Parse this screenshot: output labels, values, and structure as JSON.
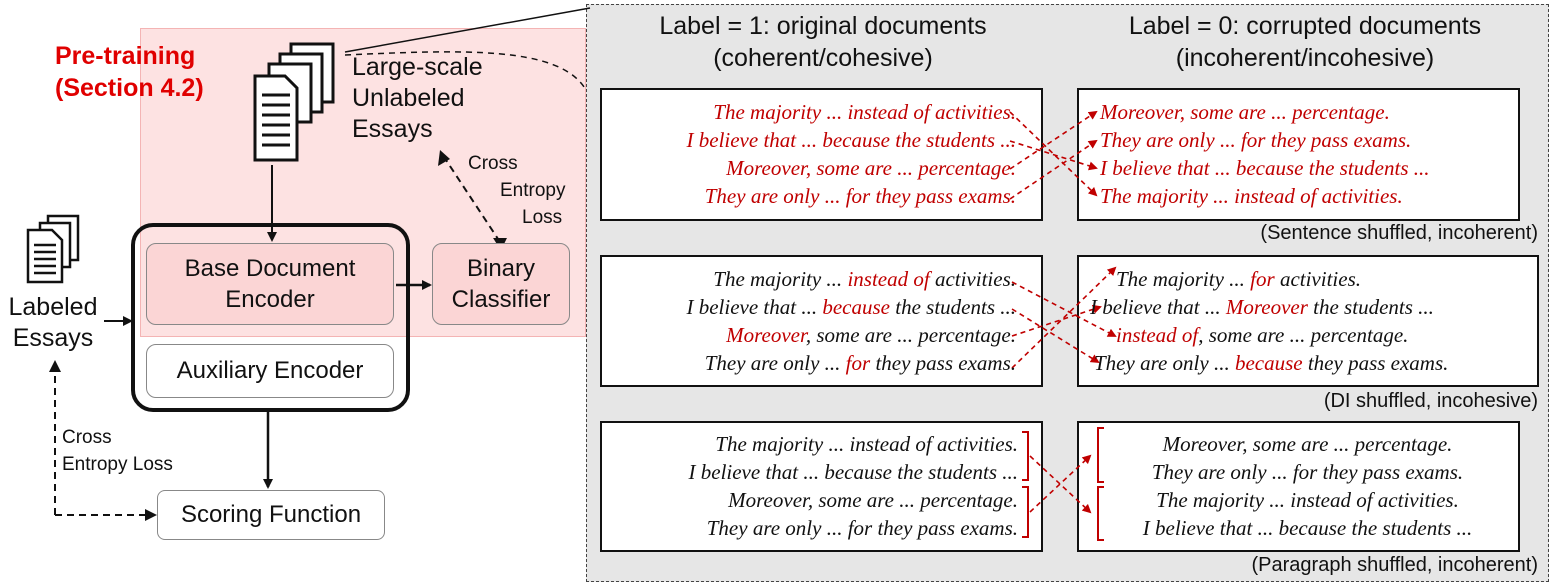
{
  "pretraining": {
    "title": "Pre-training",
    "section": "(Section 4.2)"
  },
  "unlabeled": {
    "line1": "Large-scale",
    "line2": "Unlabeled",
    "line3": "Essays"
  },
  "cross_entropy_top": {
    "line1": "Cross",
    "line2": "Entropy",
    "line3": "Loss"
  },
  "labeled": {
    "line1": "Labeled",
    "line2": "Essays"
  },
  "cross_entropy_bottom": {
    "line1": "Cross",
    "line2": "Entropy Loss"
  },
  "encoders": {
    "base_line1": "Base Document",
    "base_line2": "Encoder",
    "auxiliary": "Auxiliary Encoder"
  },
  "binary_classifier": {
    "line1": "Binary",
    "line2": "Classifier"
  },
  "scoring_function": "Scoring Function",
  "headers": {
    "left_line1": "Label = 1: original documents",
    "left_line2": "(coherent/cohesive)",
    "right_line1": "Label = 0: corrupted documents",
    "right_line2": "(incoherent/incohesive)"
  },
  "captions": {
    "sentence": "(Sentence shuffled, incoherent)",
    "di": "(DI shuffled, incohesive)",
    "paragraph": "(Paragraph shuffled, incoherent)"
  },
  "sentence_orig": [
    "The majority ... instead of activities.",
    "I believe that ... because the students ...",
    "Moreover, some are ... percentage.",
    "They are only ... for they pass exams."
  ],
  "sentence_shuf": [
    "Moreover, some are ... percentage.",
    "They are only ... for they pass exams.",
    "I believe that ... because the students ...",
    "The majority ... instead of activities."
  ],
  "di_orig": [
    {
      "pre": "The majority ... ",
      "di": "instead of",
      "post": " activities."
    },
    {
      "pre": "I believe that ... ",
      "di": "because",
      "post": " the students ..."
    },
    {
      "pre": "",
      "di": "Moreover",
      "post": ", some are ... percentage."
    },
    {
      "pre": "They are only ... ",
      "di": "for",
      "post": " they pass exams."
    }
  ],
  "di_shuf": [
    {
      "pre": "The majority ... ",
      "di": "for",
      "post": " activities."
    },
    {
      "pre": "I believe that ... ",
      "di": "Moreover",
      "post": " the students ..."
    },
    {
      "pre": "",
      "di": "instead of",
      "post": ", some are ... percentage."
    },
    {
      "pre": "They are only ... ",
      "di": "because",
      "post": " they pass exams."
    }
  ],
  "para_orig": [
    "The majority ... instead of activities.",
    "I believe that ... because the students ...",
    "Moreover, some are ... percentage.",
    "They are only ... for they pass exams."
  ],
  "para_shuf": [
    "Moreover, some are ... percentage.",
    "They are only ... for they pass exams.",
    "The majority ... instead of activities.",
    "I believe that ... because the students ..."
  ],
  "colors": {
    "red": "#c00000",
    "pink_bg": "#fde2e2",
    "gray_bg": "#e6e6e6"
  },
  "icons": [
    "document-stack-icon",
    "document-stack-icon"
  ]
}
